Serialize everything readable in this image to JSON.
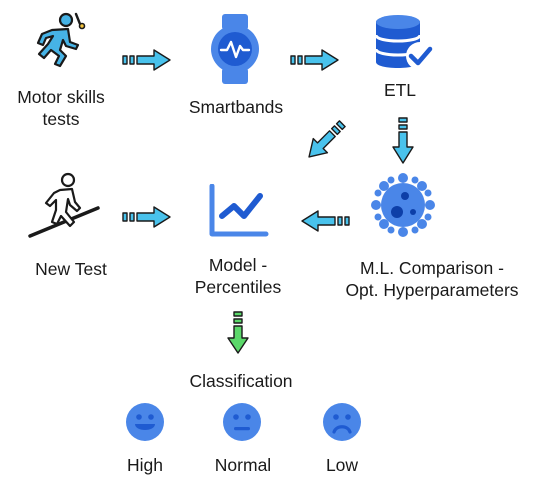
{
  "nodes": {
    "motor_skills": {
      "label_line1": "Motor skills",
      "label_line2": "tests",
      "icon": "running-person-icon"
    },
    "smartbands": {
      "label": "Smartbands",
      "icon": "smartwatch-icon"
    },
    "etl": {
      "label": "ETL",
      "icon": "database-check-icon"
    },
    "new_test": {
      "label": "New Test",
      "icon": "uphill-walker-icon"
    },
    "model": {
      "label_line1": "Model -",
      "label_line2": "Percentiles",
      "icon": "line-chart-icon"
    },
    "ml": {
      "label_line1": "M.L. Comparison -",
      "label_line2": "Opt. Hyperparameters",
      "icon": "virus-icon"
    }
  },
  "classification": {
    "title": "Classification",
    "levels": [
      {
        "label": "High",
        "icon": "smiling-face-icon"
      },
      {
        "label": "Normal",
        "icon": "neutral-face-icon"
      },
      {
        "label": "Low",
        "icon": "frowning-face-icon"
      }
    ]
  },
  "colors": {
    "icon_blue": "#4a86e8",
    "icon_dark_blue": "#1f5bd1",
    "arrow_cyan": "#49c2ec",
    "arrow_green": "#5bd86a",
    "outline": "#1a1a1a"
  }
}
